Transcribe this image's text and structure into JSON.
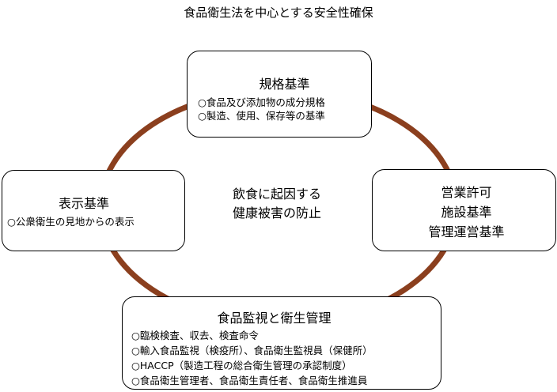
{
  "title": "食品衛生法を中心とする安全性確保",
  "colors": {
    "ring": "#8b3f1e",
    "box_border": "#000000",
    "box_fill": "#ffffff"
  },
  "center": {
    "lines": [
      "飲食に起因する",
      "健康被害の防止"
    ]
  },
  "nodes": {
    "kikaku": {
      "heading": "規格基準",
      "items": [
        "○食品及び添加物の成分規格",
        "○製造、使用、保存等の基準"
      ]
    },
    "eigyo": {
      "lines": [
        "営業許可",
        "施設基準",
        "管理運営基準"
      ]
    },
    "hyoji": {
      "heading": "表示基準",
      "items": [
        "○公衆衛生の見地からの表示"
      ]
    },
    "kanshi": {
      "heading": "食品監視と衛生管理",
      "items": [
        "○臨検検査、収去、検査命令",
        "○輸入食品監視（検疫所）、食品衛生監視員（保健所）",
        "○HACCP（製造工程の総合衛生管理の承認制度）",
        "○食品衛生管理者、食品衛生責任者、食品衛生推進員"
      ]
    }
  }
}
